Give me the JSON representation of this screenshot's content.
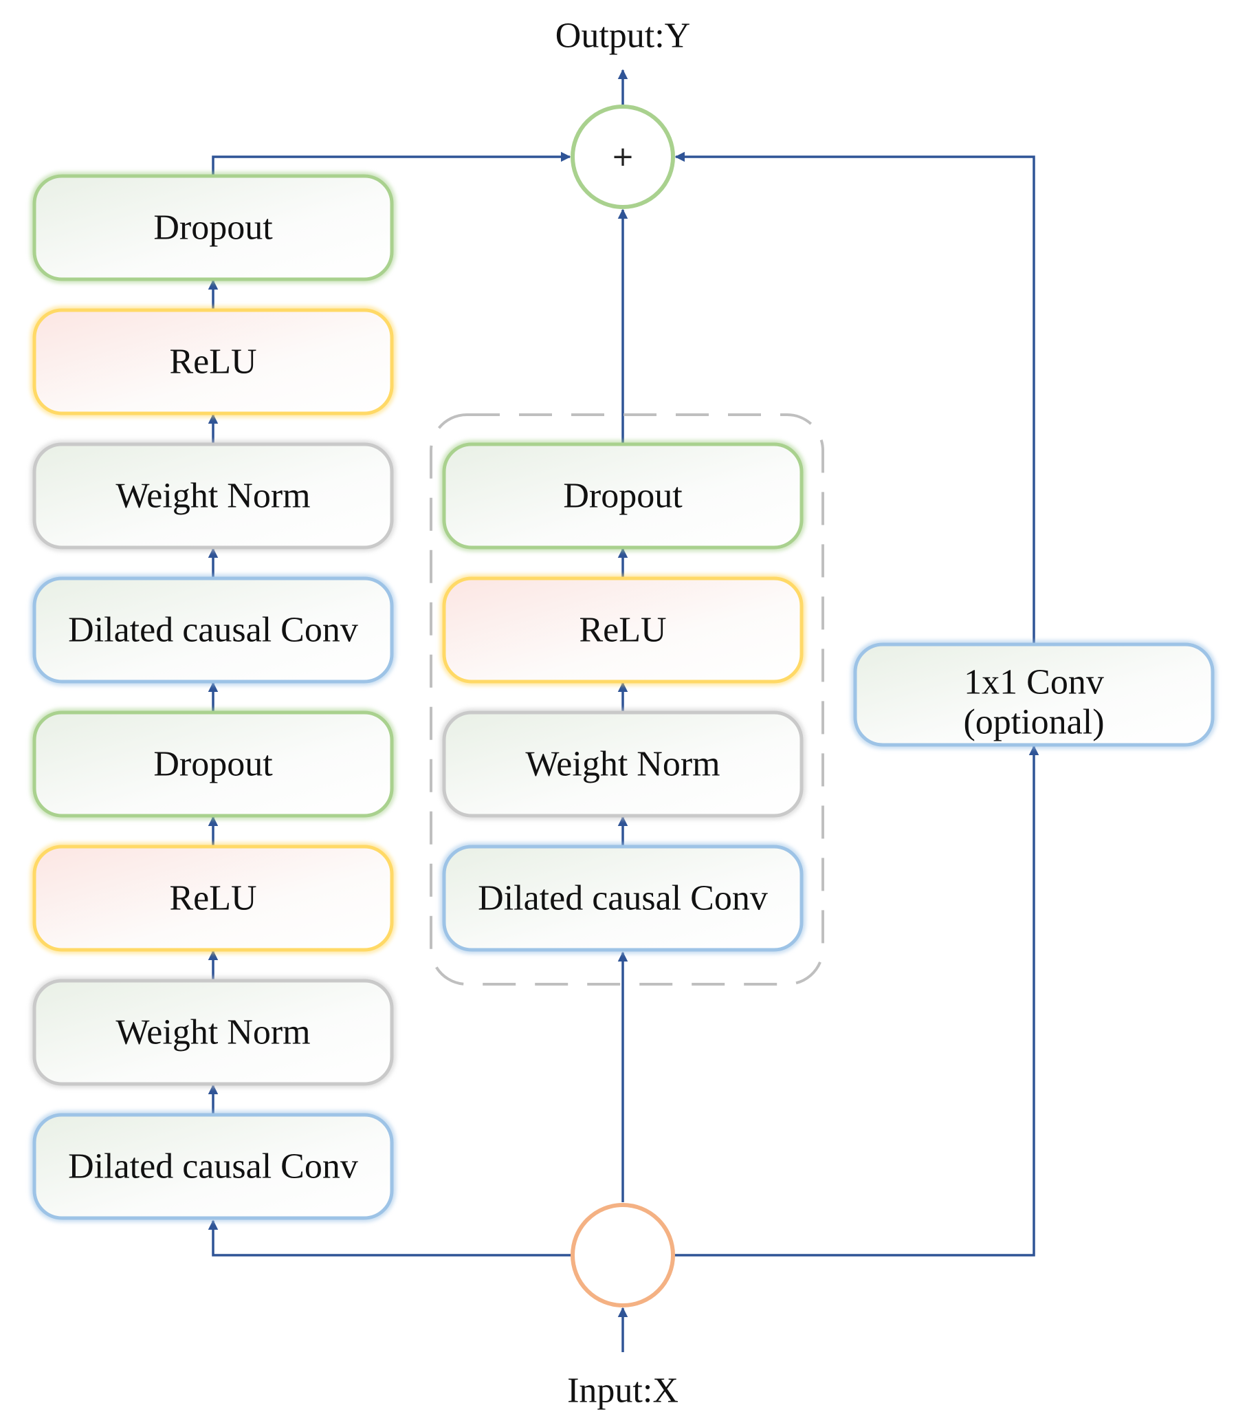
{
  "output_label": "Output:Y",
  "input_label": "Input:X",
  "sum_symbol": "+",
  "left_stack": [
    {
      "label": "Dropout",
      "kind": "dropout"
    },
    {
      "label": "ReLU",
      "kind": "relu"
    },
    {
      "label": "Weight Norm",
      "kind": "norm"
    },
    {
      "label": "Dilated causal Conv",
      "kind": "conv"
    },
    {
      "label": "Dropout",
      "kind": "dropout"
    },
    {
      "label": "ReLU",
      "kind": "relu"
    },
    {
      "label": "Weight Norm",
      "kind": "norm"
    },
    {
      "label": "Dilated causal Conv",
      "kind": "conv"
    }
  ],
  "middle_stack": [
    {
      "label": "Dropout",
      "kind": "dropout"
    },
    {
      "label": "ReLU",
      "kind": "relu"
    },
    {
      "label": "Weight Norm",
      "kind": "norm"
    },
    {
      "label": "Dilated causal Conv",
      "kind": "conv"
    }
  ],
  "shortcut_box": {
    "line1": "1x1 Conv",
    "line2": "(optional)"
  },
  "colors": {
    "arrow": "#2F5496",
    "dropout_border": "#A9D18E",
    "relu_border": "#FFD966",
    "norm_border": "#C9C9C9",
    "conv_border": "#9DC3E6",
    "sum_circle": "#A9D18E",
    "split_circle": "#F4B183",
    "dashed_group": "#BFBFBF"
  }
}
